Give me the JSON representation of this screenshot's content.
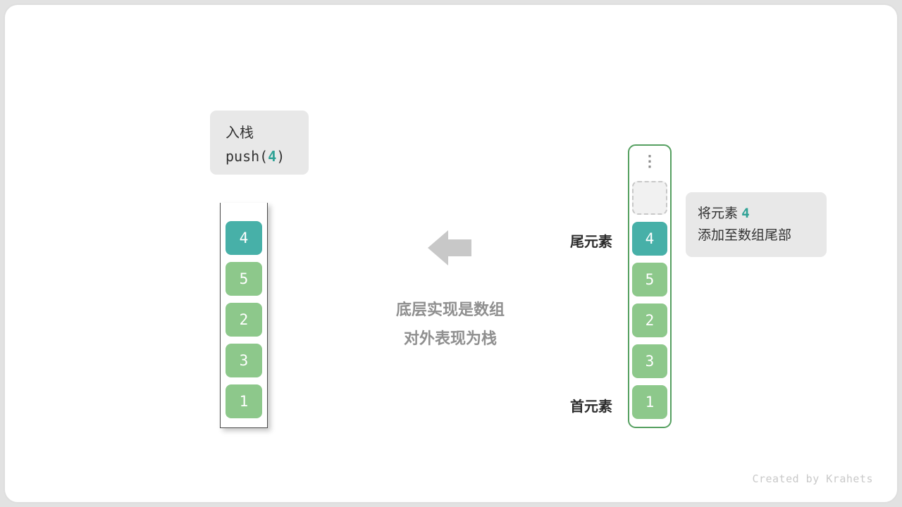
{
  "colors": {
    "teal": "#47b0a8",
    "green": "#8dc88b",
    "green_border": "#55a060",
    "box_bg": "#e8e8e8",
    "arrow": "#c8c8c8",
    "middle_text": "#8f8f8f",
    "label_text": "#2b2b2b",
    "empty_slot_bg": "#f1f1f1",
    "empty_slot_border": "#c8c8c8"
  },
  "push_box": {
    "title": "入栈",
    "code_prefix": "push(",
    "code_value": "4",
    "code_suffix": ")"
  },
  "left_stack": {
    "cells": [
      {
        "value": "4",
        "color": "teal"
      },
      {
        "value": "5",
        "color": "green"
      },
      {
        "value": "2",
        "color": "green"
      },
      {
        "value": "3",
        "color": "green"
      },
      {
        "value": "1",
        "color": "green"
      }
    ]
  },
  "right_stack": {
    "cells": [
      {
        "value": "4",
        "color": "teal"
      },
      {
        "value": "5",
        "color": "green"
      },
      {
        "value": "2",
        "color": "green"
      },
      {
        "value": "3",
        "color": "green"
      },
      {
        "value": "1",
        "color": "green"
      }
    ]
  },
  "icons": {
    "vertical_ellipsis": "⋮"
  },
  "middle": {
    "line1": "底层实现是数组",
    "line2": "对外表现为栈"
  },
  "labels": {
    "tail": "尾元素",
    "head": "首元素"
  },
  "info_box": {
    "line1_prefix": "将元素",
    "line1_value": "4",
    "line2": "添加至数组尾部"
  },
  "footer": {
    "credit": "Created by Krahets"
  }
}
